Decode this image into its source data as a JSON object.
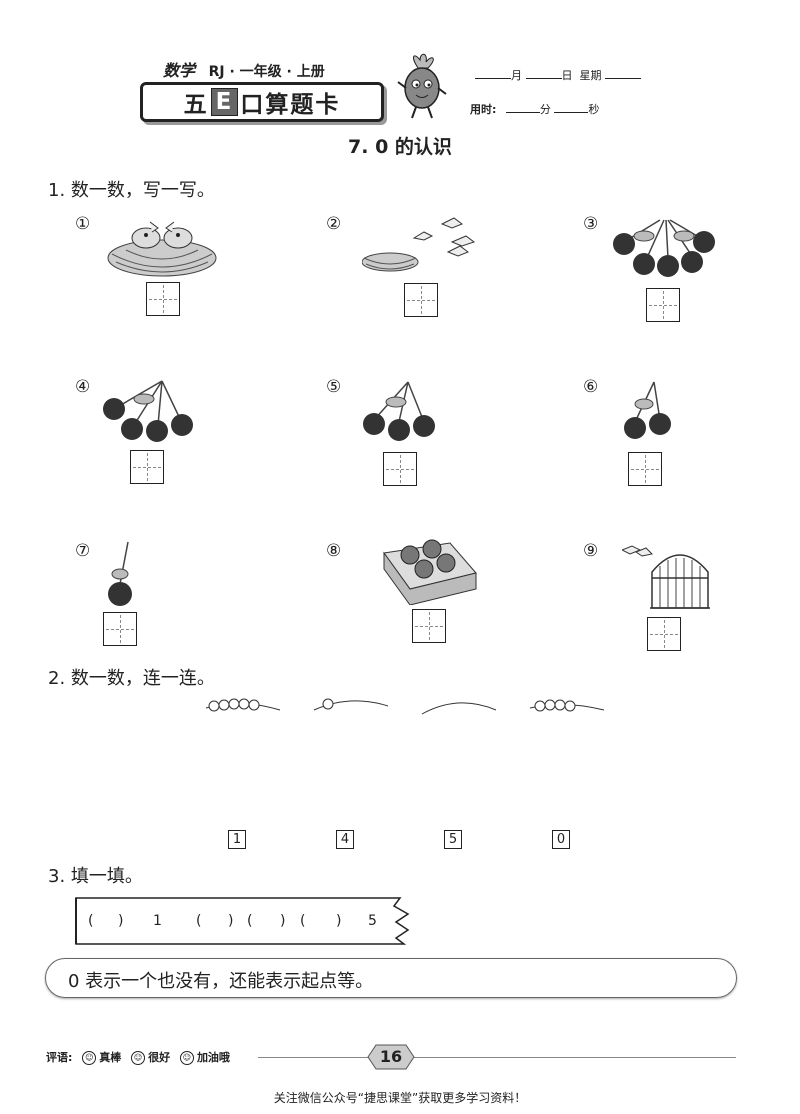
{
  "header": {
    "subject": "数学",
    "grade": "RJ · 一年级 · 上册",
    "card_title_a": "五",
    "card_title_e": "E",
    "card_title_b": "口算题卡",
    "date_month": "月",
    "date_day": "日",
    "date_week": "星期",
    "time_label": "用时:",
    "time_min": "分",
    "time_sec": "秒"
  },
  "lesson_title": "7. 0 的认识",
  "q1": {
    "title": "1. 数一数，写一写。",
    "items": [
      {
        "label": "①",
        "icon": "bird-nest-icon"
      },
      {
        "label": "②",
        "icon": "empty-nest-birds-icon"
      },
      {
        "label": "③",
        "icon": "cherries-5-icon"
      },
      {
        "label": "④",
        "icon": "cherries-4-icon"
      },
      {
        "label": "⑤",
        "icon": "cherries-3-icon"
      },
      {
        "label": "⑥",
        "icon": "cherries-2-icon"
      },
      {
        "label": "⑦",
        "icon": "cherry-1-icon"
      },
      {
        "label": "⑧",
        "icon": "apple-box-icon"
      },
      {
        "label": "⑨",
        "icon": "birdcage-icon"
      }
    ]
  },
  "q2": {
    "title": "2. 数一数，连一连。",
    "beads": [
      5,
      1,
      0,
      4
    ],
    "numbers": [
      "1",
      "4",
      "5",
      "0"
    ]
  },
  "q3": {
    "title": "3. 填一填。",
    "ruler": [
      "(",
      ")",
      "1",
      "(",
      ")",
      "(",
      ")",
      "(",
      ")",
      "5"
    ]
  },
  "note": "0 表示一个也没有，还能表示起点等。",
  "evaluation": {
    "label": "评语:",
    "options": [
      "真棒",
      "很好",
      "加油哦"
    ]
  },
  "page_number": "16",
  "footer": "关注微信公众号“捷思课堂”获取更多学习资料！"
}
